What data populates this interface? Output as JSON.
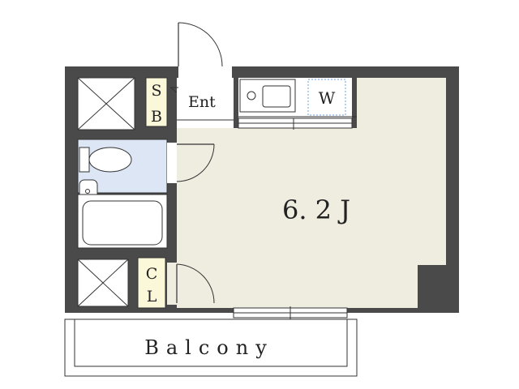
{
  "floorplan": {
    "labels": {
      "shoe_box_s": "S",
      "shoe_box_b": "B",
      "entrance": "Ent",
      "washer": "W",
      "room_size": "6. 2 J",
      "closet_c": "C",
      "closet_l": "L",
      "balcony": "Balcony"
    },
    "colors": {
      "wall": "#4a4a4a",
      "room_floor": "#efece0",
      "bath_floor": "#dce6f4",
      "storage_floor": "#fbf7d9",
      "line": "#333333"
    }
  }
}
